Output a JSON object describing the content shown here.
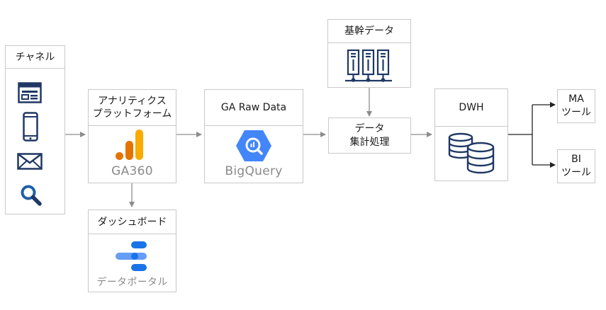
{
  "channel": {
    "title": "チャネル",
    "icons": [
      "web-page-icon",
      "smartphone-icon",
      "mail-icon",
      "search-icon"
    ]
  },
  "analytics": {
    "title_line1": "アナリティクス",
    "title_line2": "プラットフォーム",
    "product": "GA360"
  },
  "dashboard": {
    "title": "ダッシュボード",
    "product": "データポータル"
  },
  "raw": {
    "title": "GA Raw Data",
    "product": "BigQuery"
  },
  "master": {
    "title": "基幹データ"
  },
  "process": {
    "line1": "データ",
    "line2": "集計処理"
  },
  "dwh": {
    "title": "DWH"
  },
  "ma": {
    "line1": "MA",
    "line2": "ツール"
  },
  "bi": {
    "line1": "BI",
    "line2": "ツール"
  },
  "colors": {
    "border": "#c9c9c9",
    "arrow": "#8c8c8c",
    "arrow_dark": "#222222",
    "icon_navy": "#1f3864",
    "ga_orange": "#f9ab00",
    "ga_dark_orange": "#e37400",
    "bq_blue": "#4386fa",
    "google_blue": "#1a73e8",
    "google_light_blue": "#669df6"
  }
}
